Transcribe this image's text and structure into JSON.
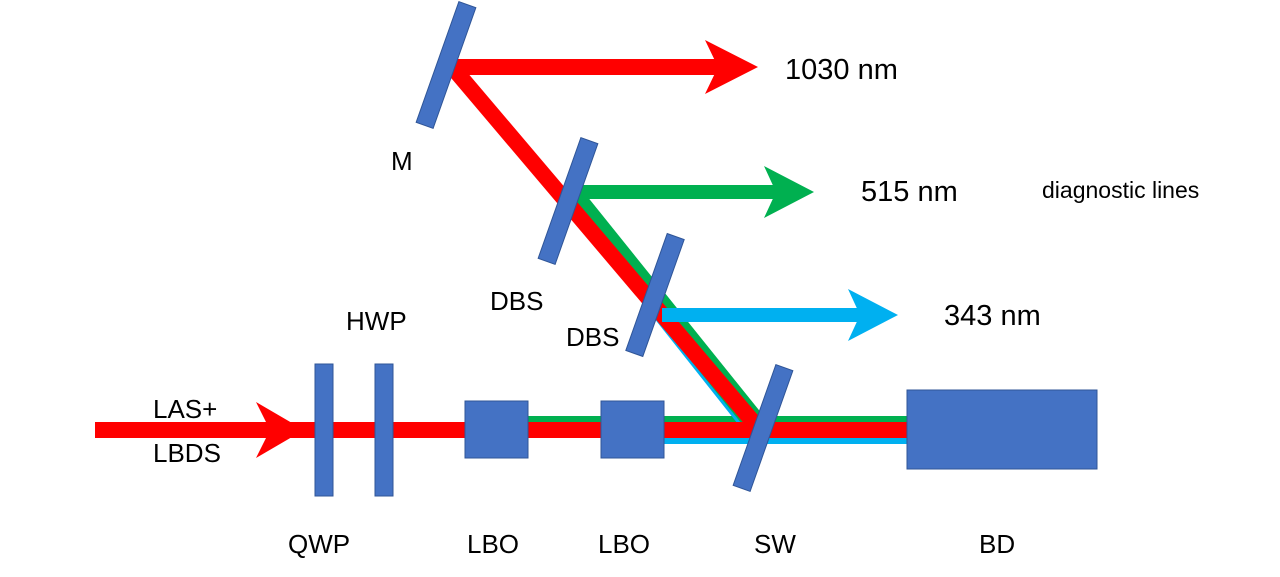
{
  "colors": {
    "ir_beam": "#ff0000",
    "green_beam": "#00b050",
    "uv_beam": "#00b0f0",
    "optic": "#4472c4",
    "optic_edge": "#2f5597"
  },
  "labels": {
    "input": [
      "LAS+",
      "LBDS"
    ],
    "qwp": "QWP",
    "hwp": "HWP",
    "lbo_1": "LBO",
    "lbo_2": "LBO",
    "sw": "SW",
    "bd": "BD",
    "mirror": "M",
    "dbs_1": "DBS",
    "dbs_2": "DBS",
    "out_ir": "1030 nm",
    "out_green": "515 nm",
    "out_uv": "343 nm",
    "diagnostic": "diagnostic lines"
  }
}
